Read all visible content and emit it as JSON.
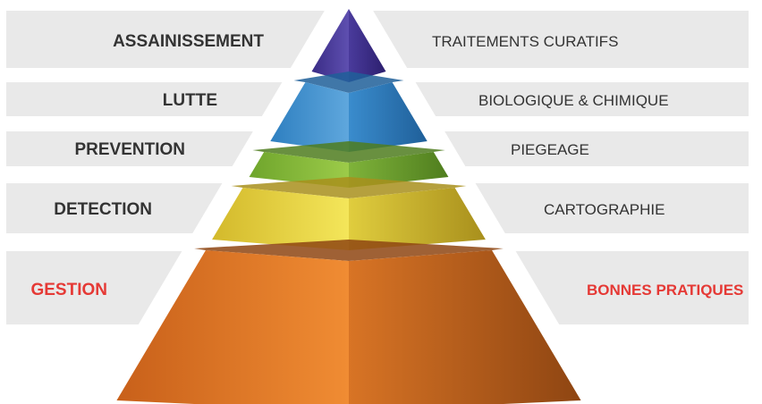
{
  "pyramid": {
    "tiers": [
      {
        "left_label": "ASSAINISSEMENT",
        "right_label": "TRAITEMENTS CURATIFS",
        "colors": {
          "front_light": "#5e4fb0",
          "front_dark": "#3a2c86",
          "side_light": "#4a3b9c",
          "side_dark": "#2c1f6e"
        },
        "accent": false
      },
      {
        "left_label": "LUTTE",
        "right_label": "BIOLOGIQUE & CHIMIQUE",
        "colors": {
          "front_light": "#5fa7dd",
          "front_dark": "#2e7fc0",
          "side_light": "#3a8ccd",
          "side_dark": "#1f5f99"
        },
        "accent": false
      },
      {
        "left_label": "PREVENTION",
        "right_label": "PIEGEAGE",
        "colors": {
          "front_light": "#9ccb49",
          "front_dark": "#6fa52c",
          "side_light": "#7fb33a",
          "side_dark": "#4f7d1e"
        },
        "accent": false
      },
      {
        "left_label": "DETECTION",
        "right_label": "CARTOGRAPHIE",
        "colors": {
          "front_light": "#f4e65a",
          "front_dark": "#d3b92b",
          "side_light": "#e0cd3e",
          "side_dark": "#a88f1c"
        },
        "accent": false
      },
      {
        "left_label": "GESTION",
        "right_label": "BONNES PRATIQUES",
        "colors": {
          "front_light": "#f08c33",
          "front_dark": "#c8601a",
          "side_light": "#d87425",
          "side_dark": "#8e4512"
        },
        "accent": true
      }
    ],
    "band_color": "#e9e9e9",
    "text_color": "#333333",
    "accent_color": "#e53935"
  }
}
